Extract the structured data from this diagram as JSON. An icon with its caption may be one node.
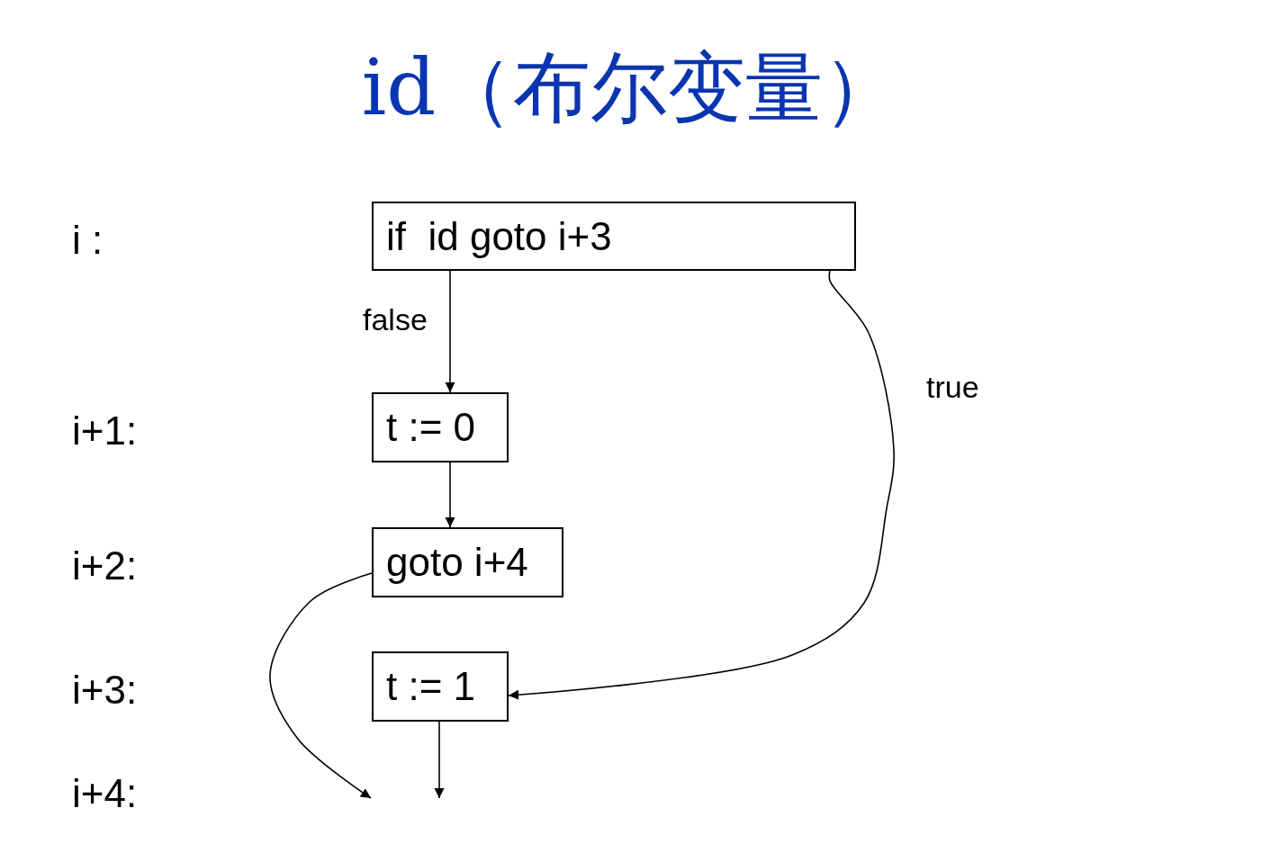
{
  "diagram": {
    "title": "id（布尔变量）",
    "nodes": [
      {
        "text": [
          "if  id goto i+3"
        ]
      },
      {
        "text": [
          "t := 0"
        ]
      },
      {
        "text": [
          "goto i+4"
        ]
      },
      {
        "text": [
          "t := 1"
        ]
      }
    ],
    "edges": [
      {
        "from": 0,
        "to": 1,
        "arrow": "to",
        "label": "false"
      },
      {
        "from": 1,
        "to": 2,
        "arrow": "to"
      },
      {
        "from": 0,
        "to": 3,
        "arrow": "to",
        "label": "true"
      },
      {
        "from": 2,
        "to": null,
        "arrow": "to"
      },
      {
        "from": 3,
        "to": null,
        "arrow": "to"
      }
    ],
    "labels": [
      "i :",
      "i+1:",
      "i+2:",
      "i+3:",
      "i+4:"
    ]
  }
}
